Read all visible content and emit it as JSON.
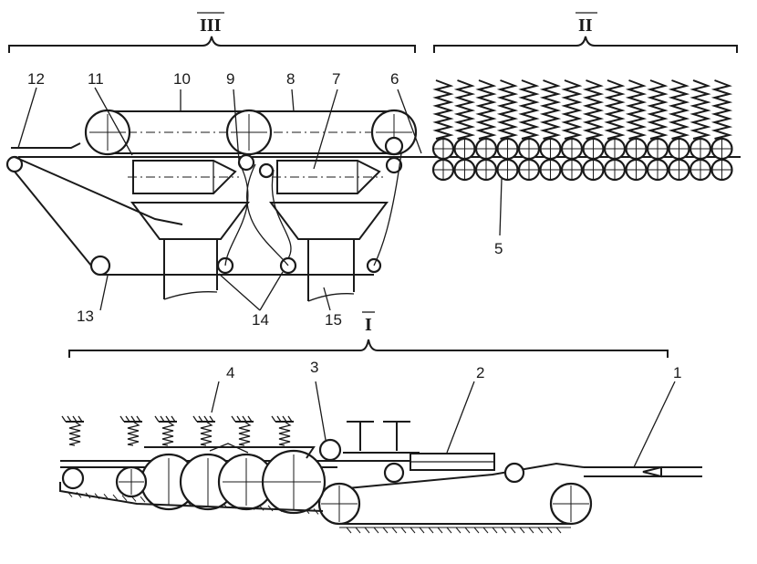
{
  "sections": {
    "s1": "I",
    "s2": "II",
    "s3": "III"
  },
  "labels": {
    "n1": "1",
    "n2": "2",
    "n3": "3",
    "n4": "4",
    "n5": "5",
    "n6": "6",
    "n7": "7",
    "n8": "8",
    "n9": "9",
    "n10": "10",
    "n11": "11",
    "n12": "12",
    "n13": "13",
    "n14": "14",
    "n15": "15"
  }
}
